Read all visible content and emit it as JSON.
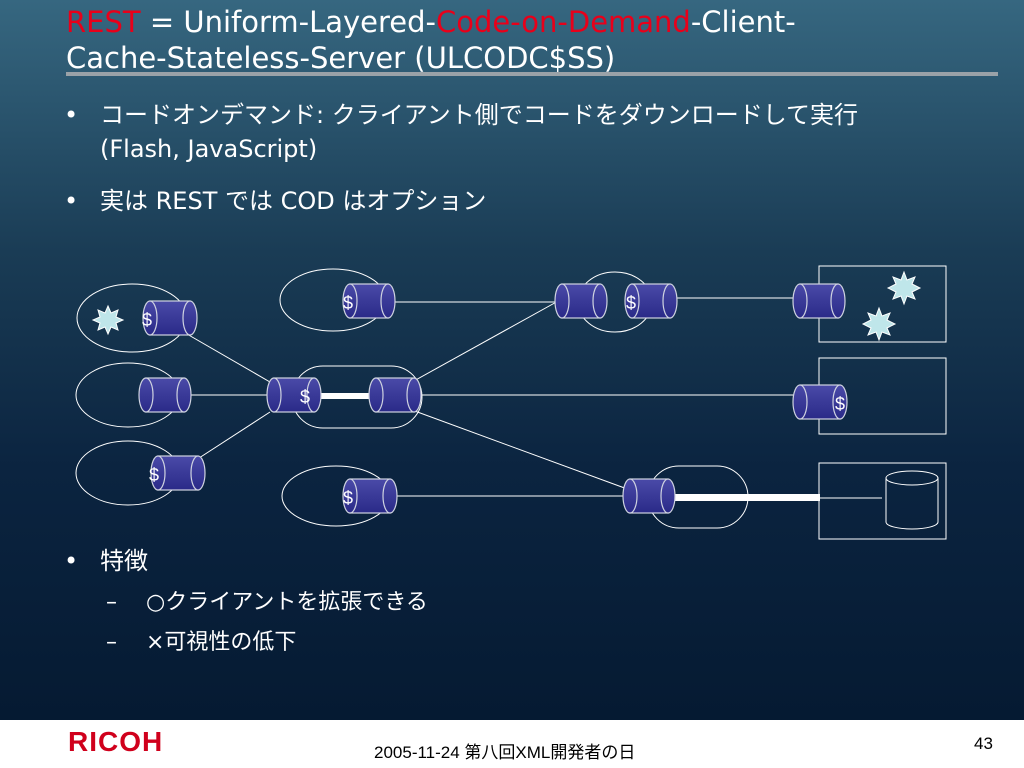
{
  "title": {
    "part1": "REST",
    "part2": " = Uniform-Layered-",
    "part3": "Code-on-Demand",
    "part4": "-Client-",
    "line2": "Cache-Stateless-Server (ULCODC$SS)",
    "highlight_color": "#e8001a"
  },
  "bullets": [
    {
      "mark": "•",
      "line1": "コードオンデマンド: クライアント側でコードをダウンロードして実行",
      "line2": "(Flash, JavaScript)"
    },
    {
      "mark": "•",
      "line1": "実は REST では COD はオプション"
    },
    {
      "mark": "•",
      "line1": "特徴"
    }
  ],
  "sub_bullets": [
    {
      "mark": "–",
      "text": "○クライアントを拡張できる"
    },
    {
      "mark": "–",
      "text": "×可視性の低下"
    }
  ],
  "diagram": {
    "cache_symbol": "$",
    "icons": [
      "code-burst-icon",
      "database-icon",
      "connector-cylinder-icon"
    ]
  },
  "footer": {
    "logo": "RICOH",
    "text": "2005-11-24 第八回XML開発者の日",
    "page": "43"
  }
}
